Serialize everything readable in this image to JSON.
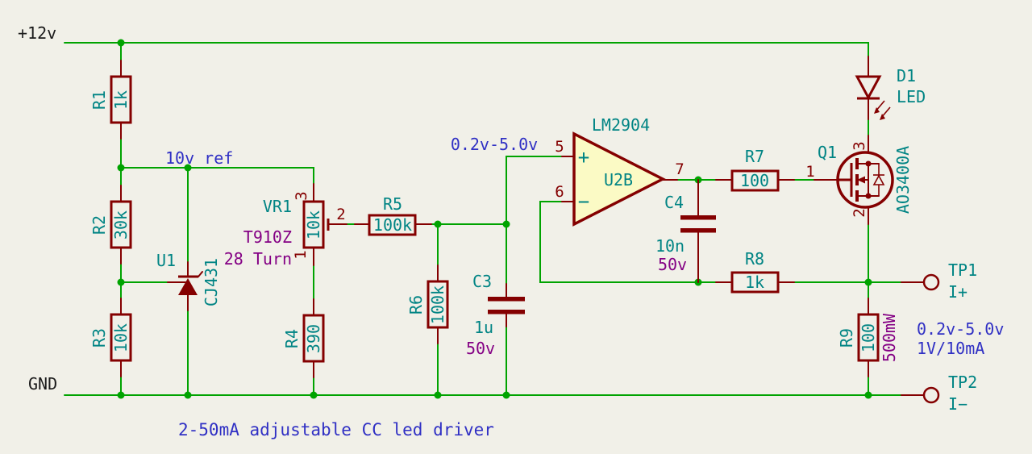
{
  "colors": {
    "background": "#F1F0E8",
    "wire_green": "#00A300",
    "symbol_maroon": "#840000",
    "reference_teal": "#008484",
    "field_purple": "#840084",
    "net_label_blue": "#3030C4",
    "plain_text_black": "#1A1A1A",
    "opamp_fill_yellow": "#FBFAC5"
  },
  "power": {
    "v12": "+12v",
    "gnd": "GND"
  },
  "net_labels": {
    "vref": "10v ref",
    "opamp_input_range": "0.2v-5.0v",
    "output_range": "0.2v-5.0v",
    "output_scale": "1V/10mA"
  },
  "title_block": {
    "title": "2-50mA adjustable CC led driver"
  },
  "resistors": {
    "r1": {
      "ref": "R1",
      "value": "1k"
    },
    "r2": {
      "ref": "R2",
      "value": "30k"
    },
    "r3": {
      "ref": "R3",
      "value": "10k"
    },
    "r4": {
      "ref": "R4",
      "value": "390"
    },
    "r5": {
      "ref": "R5",
      "value": "100k"
    },
    "r6": {
      "ref": "R6",
      "value": "100k"
    },
    "r7": {
      "ref": "R7",
      "value": "100"
    },
    "r8": {
      "ref": "R8",
      "value": "1k"
    },
    "r9": {
      "ref": "R9",
      "value": "100",
      "power_rating": "500mW"
    }
  },
  "potentiometer": {
    "ref": "VR1",
    "value": "10k",
    "part": "T910Z",
    "note": "28 Turn",
    "pin1": "1",
    "pin2": "2",
    "pin3": "3"
  },
  "shunt_regulator": {
    "ref": "U1",
    "value": "CJ431"
  },
  "opamp": {
    "ref": "U2B",
    "value": "LM2904",
    "pin_noninv": "5",
    "pin_inv": "6",
    "pin_out": "7",
    "plus": "+",
    "minus": "−"
  },
  "capacitors": {
    "c3": {
      "ref": "C3",
      "value": "1u",
      "voltage": "50v"
    },
    "c4": {
      "ref": "C4",
      "value": "10n",
      "voltage": "50v"
    }
  },
  "mosfet": {
    "ref": "Q1",
    "value": "AO3400A",
    "pin_gate": "1",
    "pin_drain": "3",
    "pin_source": "2"
  },
  "led": {
    "ref": "D1",
    "value": "LED"
  },
  "test_points": {
    "tp1": {
      "ref": "TP1",
      "net": "I+"
    },
    "tp2": {
      "ref": "TP2",
      "net": "I−"
    }
  }
}
